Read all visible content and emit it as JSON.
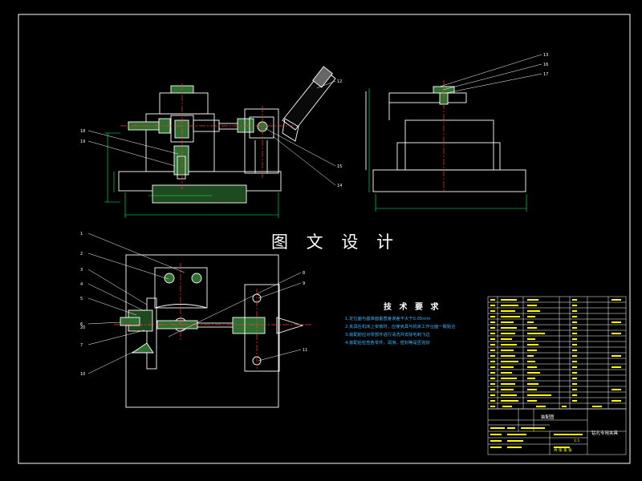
{
  "watermark": "图 文 设 计",
  "technical_requirements": {
    "title": "技 术 要 求",
    "notes": [
      "1.定位面与基准面垂直度误差不大于0.05mm",
      "2.夹具在机床上安装时，应使夹具与机床工作台面一致贴合",
      "3.装配前应对零部件进行清洗并去除毛刺飞边",
      "4.装配后检查各零件，润滑、密封等是否完好"
    ]
  },
  "callouts": [
    "1",
    "2",
    "3",
    "4",
    "5",
    "6",
    "7",
    "8",
    "9",
    "10",
    "11",
    "12",
    "13",
    "14",
    "15",
    "16",
    "17",
    "18",
    "19",
    "20"
  ],
  "title_block": {
    "drawing_name": "钻孔专用夹具",
    "subtitle": "装配图",
    "scale": "1:1",
    "sheet": "共 张 第 张"
  },
  "colors": {
    "background": "#000000",
    "outline": "#ffffff",
    "center_line": "#ff3b30",
    "dimension": "#00ff66",
    "part_fill": "#2f6f2f",
    "note_text": "#3fb6ff",
    "table_text": "#ffff00"
  }
}
